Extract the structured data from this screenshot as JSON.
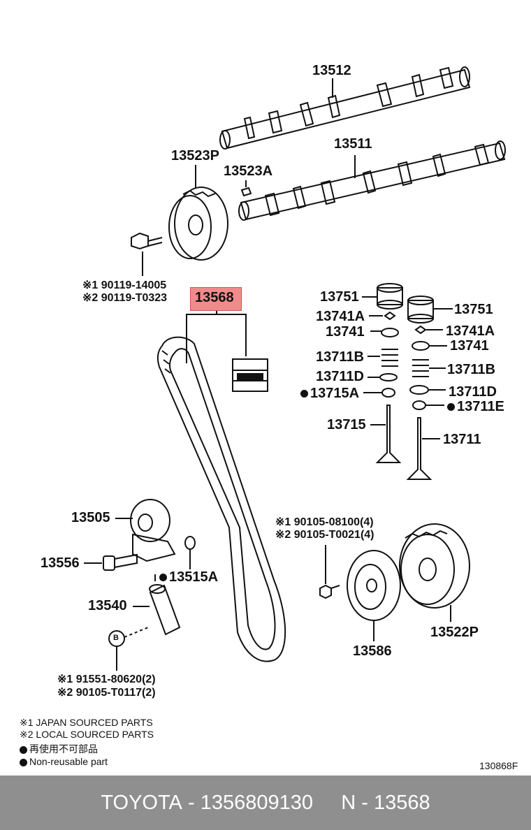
{
  "labels": {
    "camshaft_ex": "13512",
    "camshaft_in": "13511",
    "cam_pulley_label": "13523P",
    "cam_key": "13523A",
    "bolt_jp": "※1 90119-14005",
    "bolt_local": "※2 90119-T0323",
    "belt": "13568",
    "lifter_a": "13751",
    "lifter_b": "13751",
    "keeper_a": "13741A",
    "keeper_b": "13741A",
    "retainer_a": "13741",
    "retainer_b": "13741",
    "spring_a": "13711B",
    "spring_b": "13711B",
    "seat_a": "13711D",
    "seat_b": "13711D",
    "seal_a": "13715A",
    "seal_b": "13711E",
    "valve_a": "13715",
    "valve_b": "13711",
    "idler": "13505",
    "idler_bolt": "13556",
    "idler_washer": "13515A",
    "tensioner": "13540",
    "tensioner_bolt_jp": "※1 91551-80620(2)",
    "tensioner_bolt_local": "※2 90105-T0117(2)",
    "pulley_bolt_jp": "※1 90105-08100(4)",
    "pulley_bolt_local": "※2 90105-T0021(4)",
    "crank_pulley": "13586",
    "timing_pulley": "13522P",
    "badge_b": "B"
  },
  "legend": {
    "japan": "※1 JAPAN SOURCED PARTS",
    "local": "※2 LOCAL SOURCED PARTS",
    "jp_nonreuse": "再使用不可部品",
    "nonreuse": "Non-reusable part"
  },
  "figure_id": "130868F",
  "footer": {
    "brand": "TOYOTA",
    "part_number": "1356809130",
    "ref": "N - 13568"
  },
  "colors": {
    "highlight": "#f08b8b",
    "footer_bg": "#8f8f8f"
  }
}
